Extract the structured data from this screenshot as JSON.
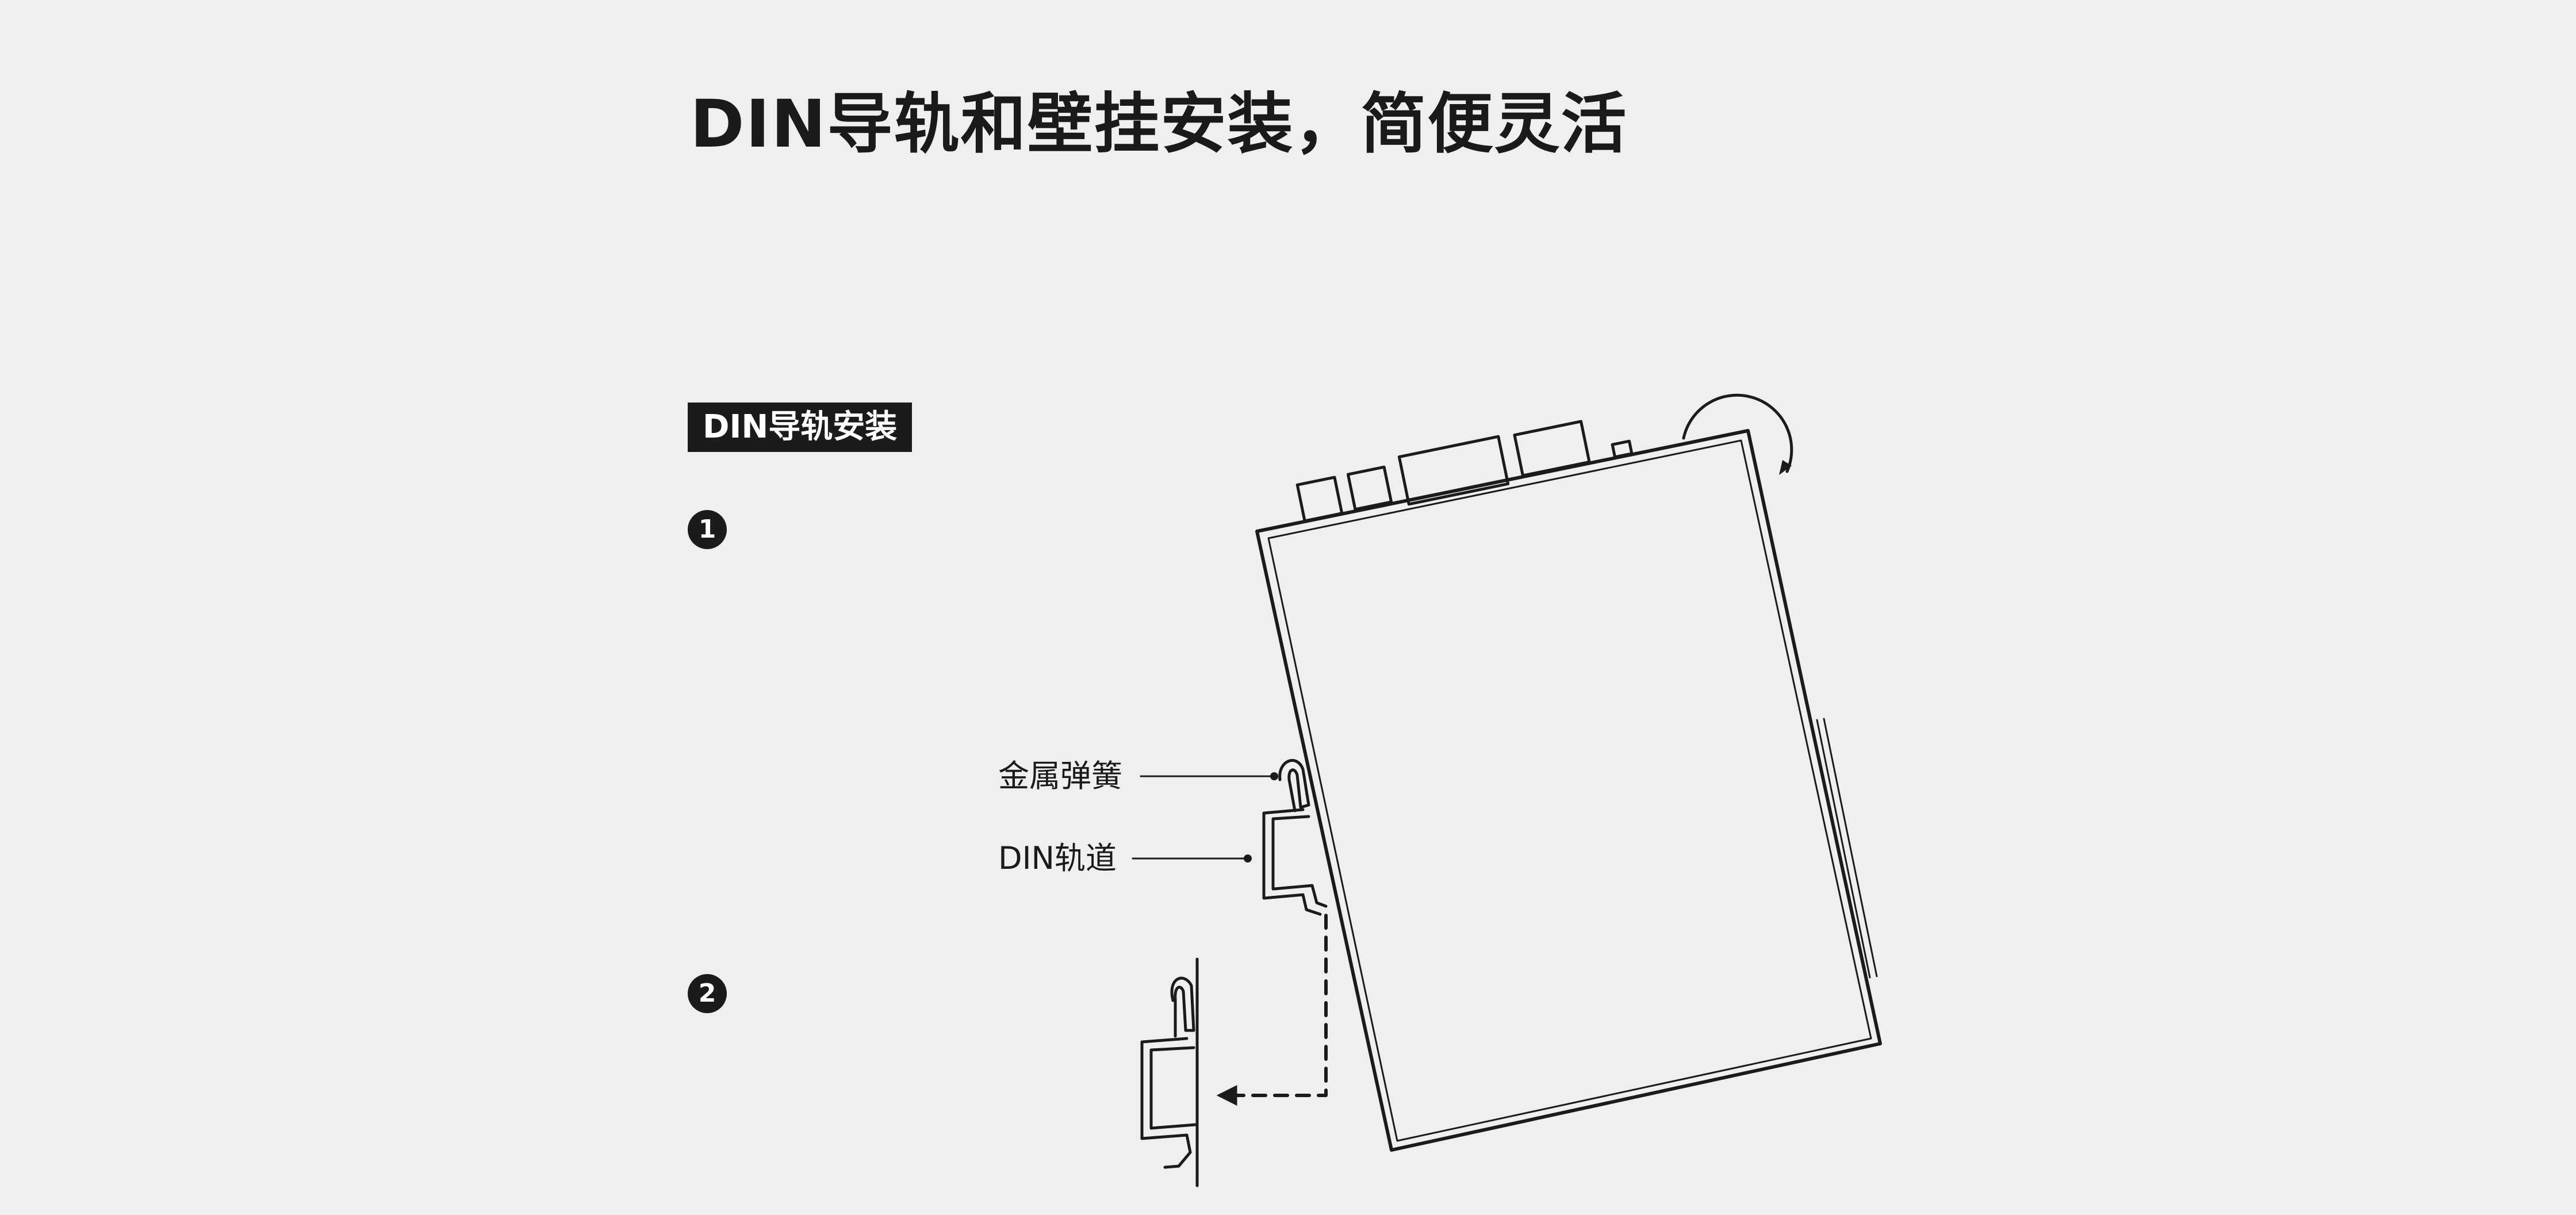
{
  "heading": {
    "title": "DIN导轨和壁挂安装，简便灵活",
    "section_label": "DIN导轨安装"
  },
  "steps": [
    {
      "number": "1"
    },
    {
      "number": "2"
    }
  ],
  "callouts": {
    "spring": "金属弹簧",
    "rail": "DIN轨道"
  },
  "colors": {
    "background": "#efefef",
    "ink": "#1b1b1b"
  }
}
